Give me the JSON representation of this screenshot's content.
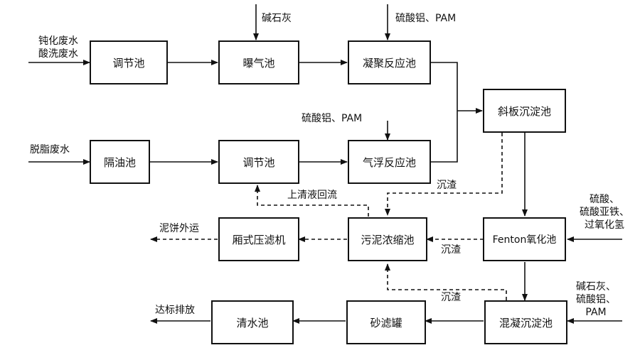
{
  "inputs": {
    "passivation": [
      "钝化废水",
      "酸洗废水"
    ],
    "degreasing": "脱脂废水",
    "lime_top": "碱石灰",
    "alum_pam_top": "硫酸铝、PAM",
    "alum_pam_mid": "硫酸铝、PAM",
    "fenton_reagents": [
      "硫酸、",
      "硫酸亚铁、",
      "过氧化氢"
    ],
    "bottom_reagents": [
      "碱石灰、",
      "硫酸铝、",
      "PAM"
    ]
  },
  "boxes": {
    "regulating_tank_1": "调节池",
    "aeration_tank": "曝气池",
    "coagulation_tank": "凝聚反应池",
    "inclined_settler": "斜板沉淀池",
    "oil_separator": "隔油池",
    "regulating_tank_2": "调节池",
    "flotation_tank": "气浮反应池",
    "filter_press": "厢式压滤机",
    "sludge_thickener": "污泥浓缩池",
    "fenton_tank": "Fenton氧化池",
    "clear_water_tank": "清水池",
    "sand_filter": "砂滤罐",
    "mixed_settler": "混凝沉淀池"
  },
  "flow_labels": {
    "supernatant_return": "上清液回流",
    "sludge_1": "沉渣",
    "sludge_2": "沉渣",
    "sludge_3": "沉渣",
    "cake_out": "泥饼外运",
    "discharge": "达标排放"
  }
}
